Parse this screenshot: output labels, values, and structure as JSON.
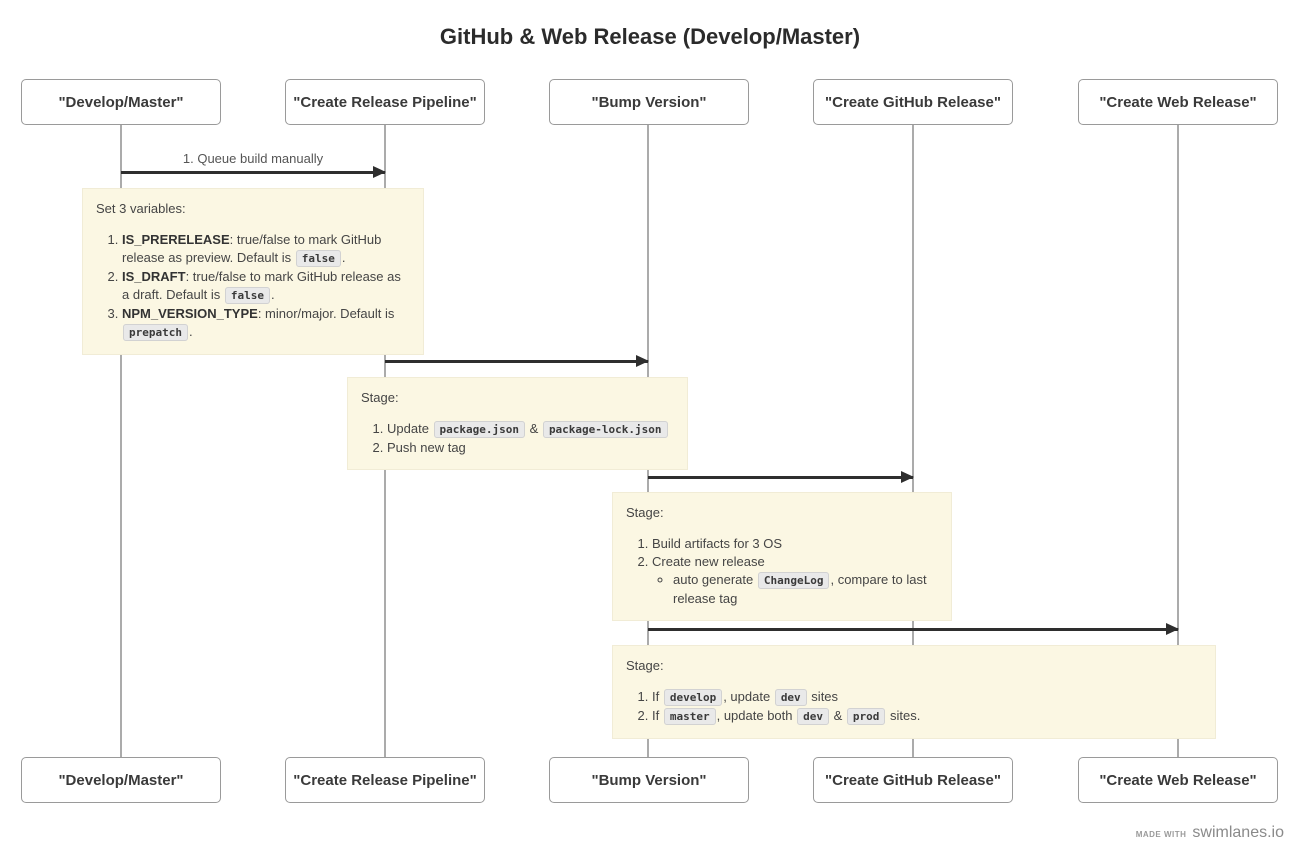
{
  "title": "GitHub & Web Release (Develop/Master)",
  "lanes": [
    {
      "label": "\"Develop/Master\""
    },
    {
      "label": "\"Create Release Pipeline\""
    },
    {
      "label": "\"Bump Version\""
    },
    {
      "label": "\"Create GitHub Release\""
    },
    {
      "label": "\"Create Web Release\""
    }
  ],
  "arrows": [
    {
      "from": "\"Develop/Master\"",
      "to": "\"Create Release Pipeline\"",
      "label": "1. Queue build manually"
    },
    {
      "from": "\"Create Release Pipeline\"",
      "to": "\"Bump Version\"",
      "label": ""
    },
    {
      "from": "\"Bump Version\"",
      "to": "\"Create GitHub Release\"",
      "label": ""
    },
    {
      "from": "\"Bump Version\"",
      "to": "\"Create Web Release\"",
      "label": ""
    }
  ],
  "notes": [
    {
      "title": "Set 3 variables:",
      "items": [
        {
          "seg": [
            {
              "b": "IS_PRERELEASE"
            },
            {
              "t": ": true/false to mark GitHub release as preview. Default is "
            },
            {
              "c": "false"
            },
            {
              "t": "."
            }
          ]
        },
        {
          "seg": [
            {
              "b": "IS_DRAFT"
            },
            {
              "t": ": true/false to mark GitHub release as a draft. Default is "
            },
            {
              "c": "false"
            },
            {
              "t": "."
            }
          ]
        },
        {
          "seg": [
            {
              "b": "NPM_VERSION_TYPE"
            },
            {
              "t": ": minor/major. Default is "
            },
            {
              "c": "prepatch"
            },
            {
              "t": "."
            }
          ]
        }
      ]
    },
    {
      "title": "Stage:",
      "items": [
        {
          "seg": [
            {
              "t": "Update "
            },
            {
              "c": "package.json"
            },
            {
              "t": " & "
            },
            {
              "c": "package-lock.json"
            }
          ]
        },
        {
          "seg": [
            {
              "t": "Push new tag"
            }
          ]
        }
      ]
    },
    {
      "title": "Stage:",
      "items": [
        {
          "seg": [
            {
              "t": "Build artifacts for 3 OS"
            }
          ]
        },
        {
          "seg": [
            {
              "t": "Create new release"
            }
          ],
          "sub": [
            {
              "seg": [
                {
                  "t": "auto generate "
                },
                {
                  "c": "ChangeLog"
                },
                {
                  "t": ", compare to last release tag"
                }
              ]
            }
          ]
        }
      ]
    },
    {
      "title": "Stage:",
      "items": [
        {
          "seg": [
            {
              "t": "If "
            },
            {
              "c": "develop"
            },
            {
              "t": ", update "
            },
            {
              "c": "dev"
            },
            {
              "t": " sites"
            }
          ]
        },
        {
          "seg": [
            {
              "t": "If "
            },
            {
              "c": "master"
            },
            {
              "t": ", update both "
            },
            {
              "c": "dev"
            },
            {
              "t": " & "
            },
            {
              "c": "prod"
            },
            {
              "t": " sites."
            }
          ]
        }
      ]
    }
  ],
  "watermark": {
    "prefix": "MADE WITH",
    "brand": "swimlanes.io"
  },
  "colors": {
    "note_bg": "#fbf7e3",
    "note_border": "#f1ecd6",
    "lifeline": "#ababab",
    "arrow": "#2e2e2e",
    "box_border": "#9a9a9a",
    "text": "#454545",
    "code_bg": "#e9e9e9"
  }
}
